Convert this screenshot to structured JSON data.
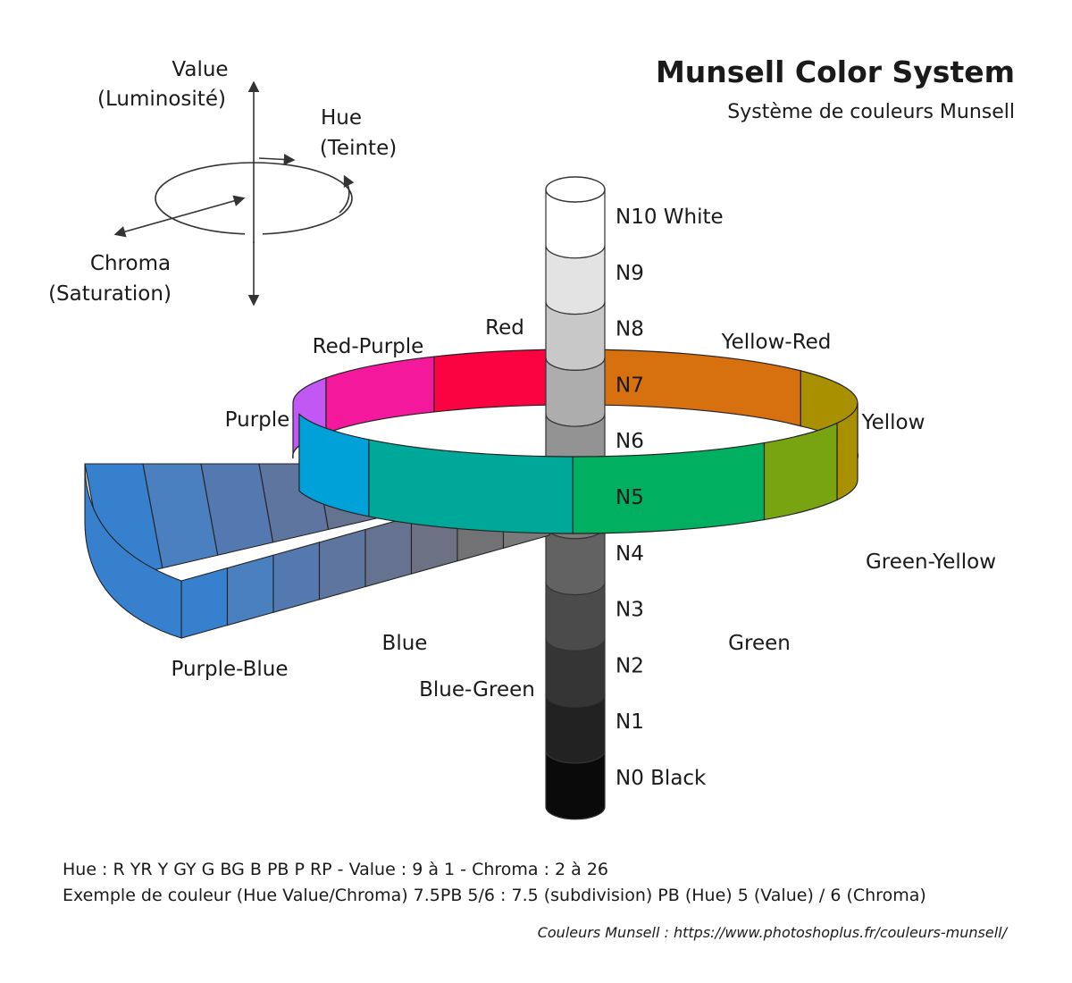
{
  "header": {
    "title": "Munsell Color System",
    "subtitle": "Système de couleurs Munsell"
  },
  "axes": {
    "value_label": "Value",
    "value_label_fr": "(Luminosité)",
    "hue_label": "Hue",
    "hue_label_fr": "(Teinte)",
    "chroma_label": "Chroma",
    "chroma_label_fr": "(Saturation)"
  },
  "value_scale": [
    {
      "label": "N10 White",
      "color": "#ffffff"
    },
    {
      "label": "N9",
      "color": "#e3e3e3"
    },
    {
      "label": "N8",
      "color": "#c8c8c8"
    },
    {
      "label": "N7",
      "color": "#adadad"
    },
    {
      "label": "N6",
      "color": "#939393"
    },
    {
      "label": "N5",
      "color": "#7a7a7a"
    },
    {
      "label": "N4",
      "color": "#626262"
    },
    {
      "label": "N3",
      "color": "#4b4b4b"
    },
    {
      "label": "N2",
      "color": "#353535"
    },
    {
      "label": "N1",
      "color": "#222222"
    },
    {
      "label": "N0 Black",
      "color": "#0a0a0a"
    }
  ],
  "hues": [
    {
      "label": "Red",
      "color": "#fa0340"
    },
    {
      "label": "Yellow-Red",
      "color": "#d7700f"
    },
    {
      "label": "Yellow",
      "color": "#a89000"
    },
    {
      "label": "Green-Yellow",
      "color": "#78a412"
    },
    {
      "label": "Green",
      "color": "#00b060"
    },
    {
      "label": "Blue-Green",
      "color": "#00a89a"
    },
    {
      "label": "Blue",
      "color": "#00a0d8"
    },
    {
      "label": "Purple-Blue",
      "color": "#3a82d2"
    },
    {
      "label": "Purple",
      "color": "#c258f4"
    },
    {
      "label": "Red-Purple",
      "color": "#f3189c"
    }
  ],
  "chroma_slice_colors": [
    "#3780ce",
    "#4a7fc0",
    "#5479b0",
    "#5d759f",
    "#667390",
    "#6c7283",
    "#727275",
    "#7a7a7a"
  ],
  "footer": {
    "line1": "Hue : R YR Y GY G BG B PB P RP - Value : 9 à 1 - Chroma : 2 à 26",
    "line2": "Exemple de couleur (Hue Value/Chroma) 7.5PB 5/6 : 7.5 (subdivision) PB (Hue) 5 (Value) / 6 (Chroma)",
    "credit": "Couleurs Munsell : https://www.photoshoplus.fr/couleurs-munsell/"
  }
}
